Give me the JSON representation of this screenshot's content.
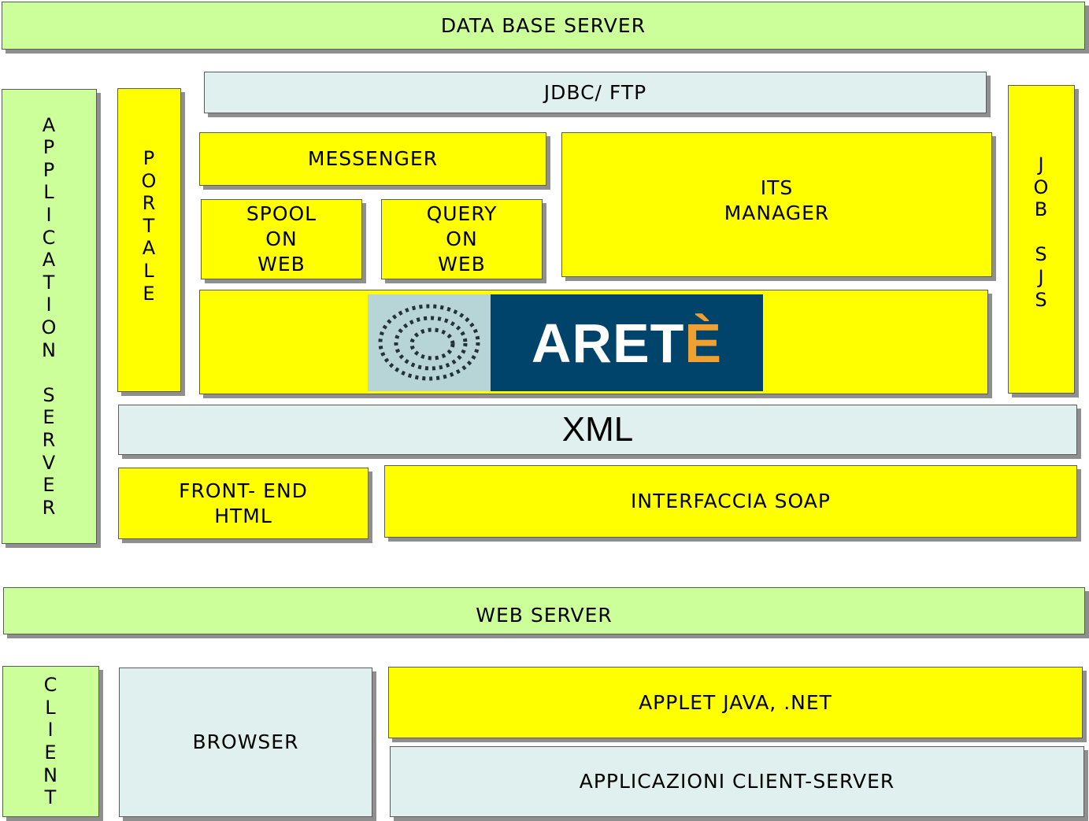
{
  "db_server": "DATA BASE SERVER",
  "jdbc_ftp": "JDBC/ FTP",
  "application_server": "A\nP\nP\nL\nI\nC\nA\nT\nI\nO\nN\n\nS\nE\nR\nV\nE\nR",
  "portale": "P\nO\nR\nT\nA\nL\nE",
  "messenger": "MESSENGER",
  "spool": "SPOOL\nON\nWEB",
  "query": "QUERY\nON\nWEB",
  "its_manager": "ITS\nMANAGER",
  "job_sjs": "J\nO\nB\n\nS\nJ\nS",
  "logo": {
    "main": "ARET",
    "accent": "È",
    "accent_color": "#f0a030",
    "bg_color": "#00436b"
  },
  "xml": "XML",
  "front_end": "FRONT- END\nHTML",
  "soap": "INTERFACCIA SOAP",
  "web_server": "WEB SERVER",
  "client": "C\nL\nI\nE\nN\nT",
  "browser": "BROWSER",
  "applet": "APPLET JAVA, .NET",
  "client_server_apps": "APPLICAZIONI CLIENT-SERVER",
  "colors": {
    "green": "#ccff99",
    "yellow": "#ffff00",
    "light": "#dff0ef"
  }
}
